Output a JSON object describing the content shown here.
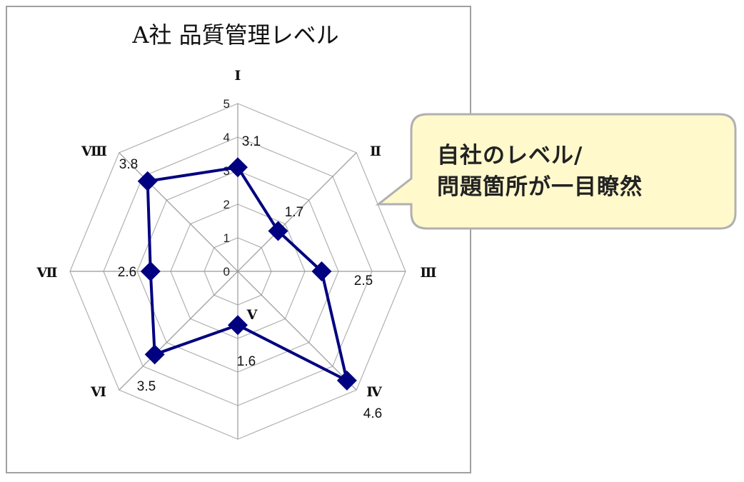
{
  "chart_data": {
    "type": "radar",
    "title": "A社 品質管理レベル",
    "categories": [
      "Ⅰ",
      "Ⅱ",
      "Ⅲ",
      "Ⅳ",
      "Ⅴ",
      "Ⅵ",
      "Ⅶ",
      "Ⅷ"
    ],
    "values": [
      3.1,
      1.7,
      2.5,
      4.6,
      1.6,
      3.5,
      2.6,
      3.8
    ],
    "value_labels": [
      "3.1",
      "1.7",
      "2.5",
      "4.6",
      "1.6",
      "3.5",
      "2.6",
      "3.8"
    ],
    "rlim": [
      0,
      5
    ],
    "ticks": [
      "0",
      "1",
      "2",
      "3",
      "4",
      "5"
    ],
    "grid": true,
    "series_color": "#000080"
  },
  "callout": {
    "line1": "自社のレベル/",
    "line2": "問題箇所が一目瞭然",
    "fill": "#fff9cc",
    "border": "#b0b0b0"
  }
}
